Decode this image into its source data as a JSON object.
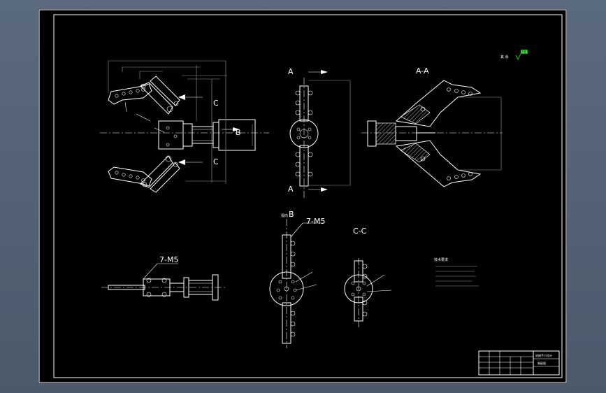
{
  "drawing": {
    "section_labels": {
      "a_top": "A",
      "a_bottom": "A",
      "aa": "A-A",
      "b_marker": "B",
      "b_view": "B",
      "c_top": "C",
      "c_bottom": "C",
      "cc": "C-C"
    },
    "thread_callouts": {
      "side_view": "7-M5",
      "b_view": "7-M5"
    },
    "roughness_note": "其 余",
    "roughness_value": "12.5",
    "tech_requirements_title": "技术要求",
    "title_block": {
      "drawing_name": "机械手爪设计",
      "drawing_number": "装配图"
    }
  },
  "colors": {
    "background": "#4f5d70",
    "sheet": "#000000",
    "line": "#ffffff",
    "accent": "#00cc00"
  }
}
